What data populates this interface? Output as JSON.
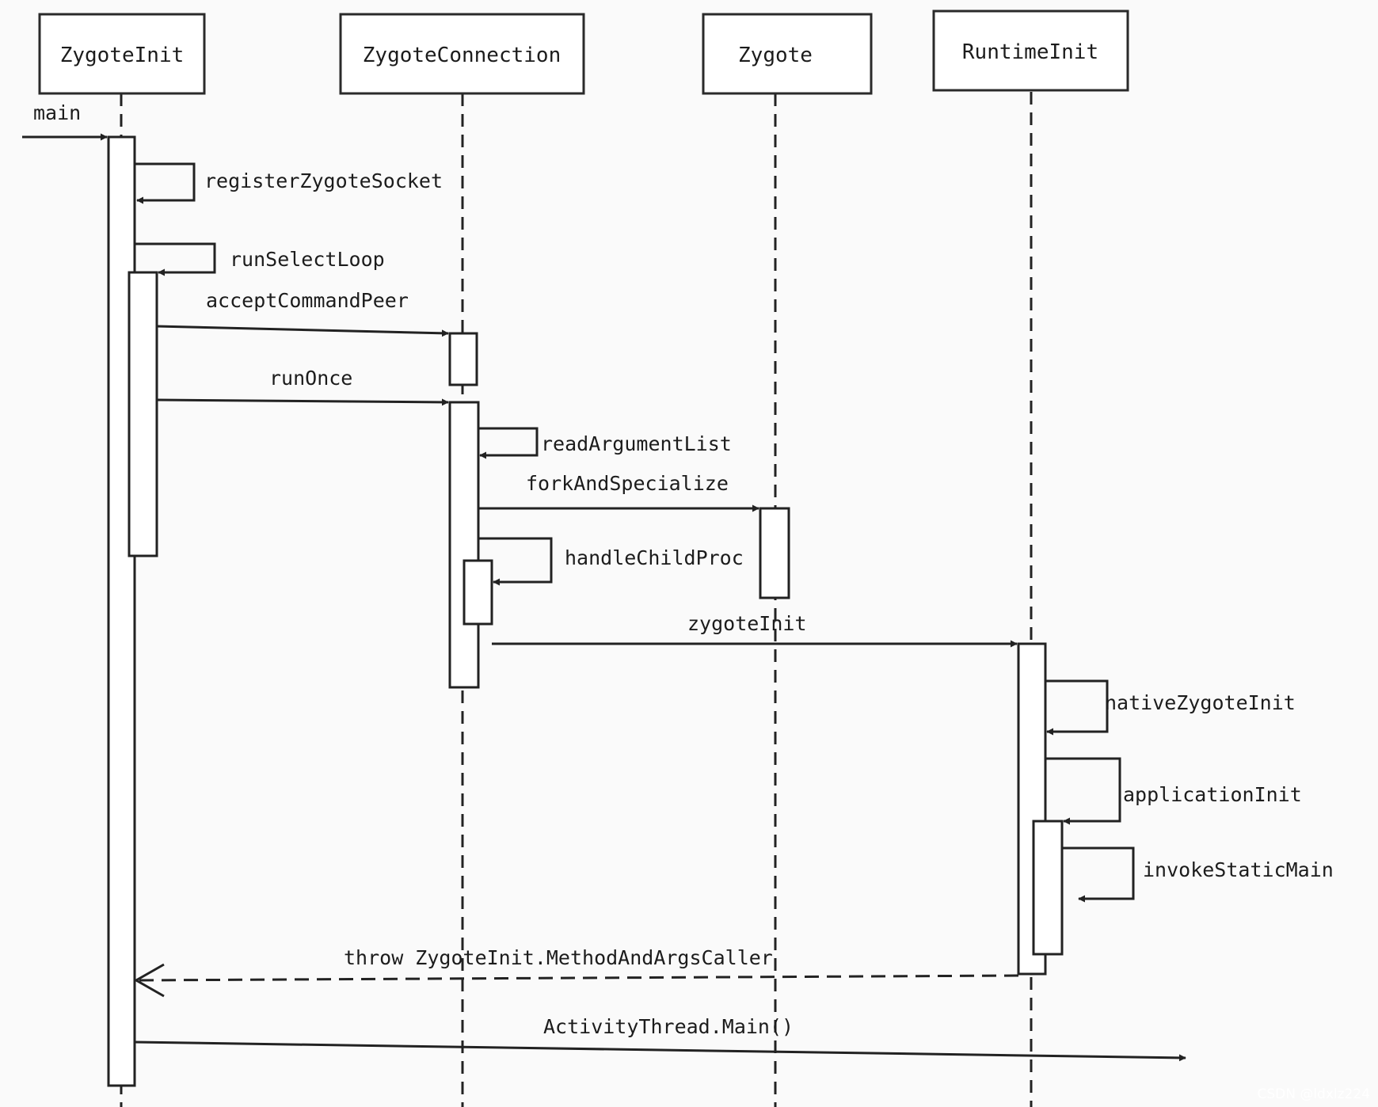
{
  "participants": [
    {
      "id": "zygote-init",
      "label": "ZygoteInit"
    },
    {
      "id": "zygote-connection",
      "label": "ZygoteConnection"
    },
    {
      "id": "zygote",
      "label": "Zygote"
    },
    {
      "id": "runtime-init",
      "label": "RuntimeInit"
    }
  ],
  "messages": [
    {
      "id": "main",
      "label": "main",
      "type": "entry"
    },
    {
      "id": "registerZygoteSocket",
      "label": "registerZygoteSocket",
      "type": "self"
    },
    {
      "id": "runSelectLoop",
      "label": "runSelectLoop",
      "type": "self"
    },
    {
      "id": "acceptCommandPeer",
      "label": "acceptCommandPeer",
      "type": "call"
    },
    {
      "id": "runOnce",
      "label": "runOnce",
      "type": "call"
    },
    {
      "id": "readArgumentList",
      "label": "readArgumentList",
      "type": "self"
    },
    {
      "id": "forkAndSpecialize",
      "label": "forkAndSpecialize",
      "type": "call"
    },
    {
      "id": "handleChildProc",
      "label": "handleChildProc",
      "type": "self"
    },
    {
      "id": "zygoteInit",
      "label": "zygoteInit",
      "type": "call"
    },
    {
      "id": "nativeZygoteInit",
      "label": "nativeZygoteInit",
      "type": "self"
    },
    {
      "id": "applicationInit",
      "label": "applicationInit",
      "type": "self"
    },
    {
      "id": "invokeStaticMain",
      "label": "invokeStaticMain",
      "type": "self"
    },
    {
      "id": "throw",
      "label": "throw ZygoteInit.MethodAndArgsCaller",
      "type": "return"
    },
    {
      "id": "activityThreadMain",
      "label": "ActivityThread.Main()",
      "type": "call"
    }
  ],
  "watermark": "CSDN @ldxlz224",
  "colors": {
    "ink": "#222222",
    "background": "#fafafa"
  }
}
